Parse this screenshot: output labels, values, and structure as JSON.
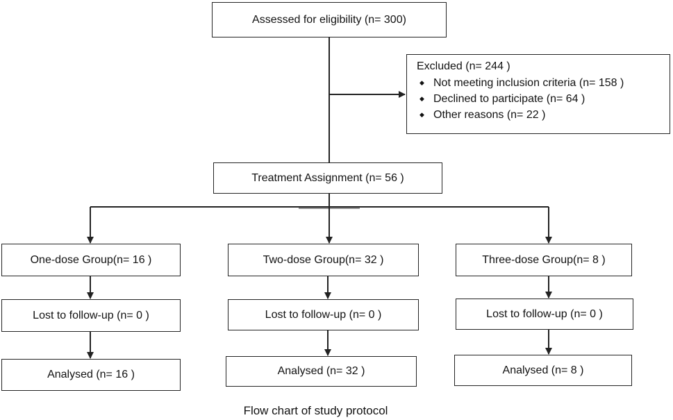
{
  "diagram": {
    "eligibility": "Assessed for eligibility (n= 300)",
    "excluded": {
      "title": "Excluded  (n= 244 )",
      "reasons": [
        "Not meeting inclusion criteria (n= 158 )",
        "Declined to participate (n= 64 )",
        "Other reasons (n= 22 )"
      ]
    },
    "assignment": "Treatment Assignment (n= 56 )",
    "groups": [
      {
        "name": "One-dose Group(n= 16 )",
        "lost": "Lost to follow-up (n= 0 )",
        "analysed": "Analysed  (n= 16 )"
      },
      {
        "name": "Two-dose Group(n= 32 )",
        "lost": "Lost to follow-up  (n= 0 )",
        "analysed": "Analysed  (n= 32 )"
      },
      {
        "name": "Three-dose Group(n= 8 )",
        "lost": "Lost to follow-up  (n= 0 )",
        "analysed": "Analysed  (n= 8 )"
      }
    ],
    "caption": "Flow chart of study protocol"
  }
}
